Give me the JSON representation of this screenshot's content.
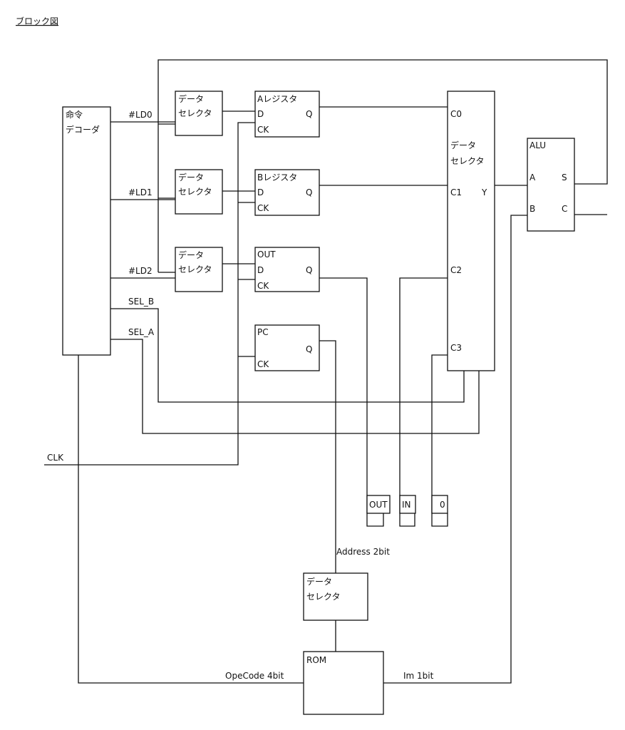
{
  "page_title": "ブロック図",
  "decoder": {
    "line1": "命令",
    "line2": "デコーダ"
  },
  "selectors": [
    {
      "line1": "データ",
      "line2": "セレクタ"
    },
    {
      "line1": "データ",
      "line2": "セレクタ"
    },
    {
      "line1": "データ",
      "line2": "セレクタ"
    },
    {
      "line1": "データ",
      "line2": "セレクタ"
    }
  ],
  "regA": {
    "name": "Aレジスタ",
    "d": "D",
    "q": "Q",
    "ck": "CK"
  },
  "regB": {
    "name": "Bレジスタ",
    "d": "D",
    "q": "Q",
    "ck": "CK"
  },
  "regOut": {
    "name": "OUT",
    "d": "D",
    "q": "Q",
    "ck": "CK"
  },
  "regPc": {
    "name": "PC",
    "q": "Q",
    "ck": "CK"
  },
  "mux": {
    "line1": "データ",
    "line2": "セレクタ",
    "c0": "C0",
    "c1": "C1",
    "c2": "C2",
    "c3": "C3",
    "y": "Y"
  },
  "alu": {
    "name": "ALU",
    "a": "A",
    "b": "B",
    "s": "S",
    "c": "C"
  },
  "signals": {
    "ld0": "#LD0",
    "ld1": "#LD1",
    "ld2": "#LD2",
    "sel_b": "SEL_B",
    "sel_a": "SEL_A",
    "clk": "CLK"
  },
  "ports": {
    "out": "OUT",
    "in": "IN",
    "zero": "0"
  },
  "rom": {
    "name": "ROM"
  },
  "bus_labels": {
    "address": "Address 2bit",
    "opcode": "OpeCode 4bit",
    "im": "Im  1bit"
  }
}
